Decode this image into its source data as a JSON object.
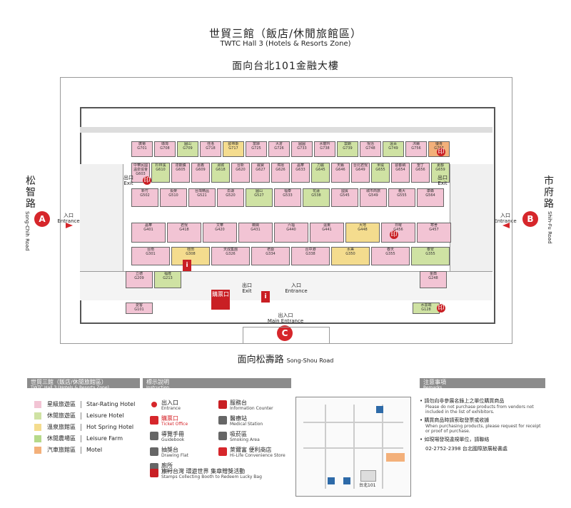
{
  "header": {
    "title": "世貿三館（飯店/休閒旅館區）",
    "subtitle": "TWTC Hall 3 (Hotels & Resorts Zone)",
    "facing_top": "面向台北101金融大樓"
  },
  "bottom_road": {
    "zh": "面向松壽路",
    "en": "Song-Shou Road"
  },
  "left_road": {
    "zh": "松智路",
    "en": "Song-Chih Road"
  },
  "right_road": {
    "zh": "市府路",
    "en": "Shih-Fu Road"
  },
  "entrances": {
    "a": {
      "letter": "A",
      "zh": "入口",
      "en": "Entrance"
    },
    "b": {
      "letter": "B",
      "zh": "入口",
      "en": "Entrance"
    },
    "c": {
      "letter": "C",
      "zh": "出入口",
      "en": "Main Entrance"
    },
    "exit1": {
      "zh": "出口",
      "en": "Exit"
    },
    "exit2": {
      "zh": "出口",
      "en": "Exit"
    },
    "exit3": {
      "zh": "出口",
      "en": "Exit"
    },
    "entr_inner": {
      "zh": "入口",
      "en": "Entrance"
    }
  },
  "map_labels": {
    "ticket": "購票口",
    "info": "i",
    "stamp": "印"
  },
  "booths": [
    {
      "name": "廣菊",
      "code": "G701"
    },
    {
      "name": "綠灣",
      "code": "G708"
    },
    {
      "name": "圓山",
      "code": "G709"
    },
    {
      "name": "佳洛",
      "code": "G718"
    },
    {
      "name": "歐帝斯",
      "code": "G717"
    },
    {
      "name": "富驛",
      "code": "G725"
    },
    {
      "name": "大倉",
      "code": "G726"
    },
    {
      "name": "圓圓",
      "code": "G733"
    },
    {
      "name": "水龍吟",
      "code": "G738"
    },
    {
      "name": "雲朗",
      "code": "G739"
    },
    {
      "name": "悅治",
      "code": "G748"
    },
    {
      "name": "遠百",
      "code": "G749"
    },
    {
      "name": "沐蘭",
      "code": "G756"
    },
    {
      "name": "優肯",
      "code": "G757"
    },
    {
      "name": "中華民國溫泉協會",
      "code": "G603"
    },
    {
      "name": "杉林溪",
      "code": "G610"
    },
    {
      "name": "達觀鎮",
      "code": "G605"
    },
    {
      "name": "嘉義",
      "code": "G609"
    },
    {
      "name": "湯城",
      "code": "G618"
    },
    {
      "name": "台新",
      "code": "G620"
    },
    {
      "name": "麗寶",
      "code": "G627"
    },
    {
      "name": "鴻禧",
      "code": "G626"
    },
    {
      "name": "晶華",
      "code": "G633"
    },
    {
      "name": "力麗",
      "code": "G645"
    },
    {
      "name": "天籟",
      "code": "G646"
    },
    {
      "name": "台北君悅",
      "code": "G649"
    },
    {
      "name": "米堤",
      "code": "G655"
    },
    {
      "name": "歐都納",
      "code": "G654"
    },
    {
      "name": "墾丁",
      "code": "G656"
    },
    {
      "name": "夏都",
      "code": "G659"
    },
    {
      "name": "新竹",
      "code": "G502"
    },
    {
      "name": "長榮",
      "code": "G510"
    },
    {
      "name": "台灣精品",
      "code": "G521"
    },
    {
      "name": "澎湖",
      "code": "G520"
    },
    {
      "name": "圓山",
      "code": "G527"
    },
    {
      "name": "福泰",
      "code": "G533"
    },
    {
      "name": "花蓮",
      "code": "G538"
    },
    {
      "name": "國賓",
      "code": "G545"
    },
    {
      "name": "城市商旅",
      "code": "G549"
    },
    {
      "name": "義大",
      "code": "G555"
    },
    {
      "name": "康森",
      "code": "G564"
    },
    {
      "name": "晶華",
      "code": "G401"
    },
    {
      "name": "君悅",
      "code": "G418"
    },
    {
      "name": "文華",
      "code": "G420"
    },
    {
      "name": "薇閣",
      "code": "G431"
    },
    {
      "name": "六福",
      "code": "G440"
    },
    {
      "name": "遠東",
      "code": "G441"
    },
    {
      "name": "大地",
      "code": "G448"
    },
    {
      "name": "日曜",
      "code": "G456"
    },
    {
      "name": "寒舍",
      "code": "G457"
    },
    {
      "name": "台南",
      "code": "G301"
    },
    {
      "name": "桂田",
      "code": "G308"
    },
    {
      "name": "天成集團",
      "code": "G326"
    },
    {
      "name": "老爺",
      "code": "G334"
    },
    {
      "name": "台中港",
      "code": "G338"
    },
    {
      "name": "水美",
      "code": "G350"
    },
    {
      "name": "春天",
      "code": "G355"
    },
    {
      "name": "泰安",
      "code": "G355"
    },
    {
      "name": "立德",
      "code": "G209"
    },
    {
      "name": "福隆",
      "code": "G213"
    },
    {
      "name": "金典",
      "code": "G248"
    },
    {
      "name": "愛客",
      "code": "G101"
    },
    {
      "name": "水雲端",
      "code": "G128"
    }
  ],
  "legend_zones": {
    "heading_zh": "世貿三館（飯店/休閒旅館區）",
    "heading_en": "TWTC Hall 3 (Hotels & Resorts Zone)",
    "items": [
      {
        "zh": "星級旅遊區",
        "en": "Star-Rating Hotel",
        "color": "#f2c4d4"
      },
      {
        "zh": "休閒旅遊區",
        "en": "Leisure Hotel",
        "color": "#cfe2a3"
      },
      {
        "zh": "溫泉旅館區",
        "en": "Hot Spring Hotel",
        "color": "#f4dc8e"
      },
      {
        "zh": "休閒農場區",
        "en": "Leisure Farm",
        "color": "#b6d98a"
      },
      {
        "zh": "汽車旅館區",
        "en": "Motel",
        "color": "#f3b07a"
      }
    ]
  },
  "instruction": {
    "heading_zh": "標示說明",
    "heading_en": "Instruction",
    "items": [
      {
        "zh": "出入口",
        "en": "Entrance",
        "icon": "entrance-dot-icon",
        "color": "#d6262b"
      },
      {
        "zh": "購票口",
        "en": "Ticket Office",
        "icon": "ticket-icon",
        "color": "#d6262b"
      },
      {
        "zh": "導覽手冊",
        "en": "Guidebook",
        "icon": "guidebook-icon",
        "color": "#666666"
      },
      {
        "zh": "抽獎台",
        "en": "Drawing Flat",
        "icon": "drawing-icon",
        "color": "#666666"
      },
      {
        "zh": "廁所",
        "en": "Toilet",
        "icon": "toilet-icon",
        "color": "#666666"
      },
      {
        "zh": "服務台",
        "en": "Information Counter",
        "icon": "info-icon",
        "color": "#c91f24"
      },
      {
        "zh": "醫療站",
        "en": "Medical Station",
        "icon": "medical-icon",
        "color": "#666666"
      },
      {
        "zh": "吸菸區",
        "en": "Smoking Area",
        "icon": "smoking-icon",
        "color": "#666666"
      },
      {
        "zh": "萊爾富 便利商店",
        "en": "Hi-Life Convenience Store",
        "icon": "hilife-icon",
        "color": "#d6262b"
      },
      {
        "zh": "旅行台灣 環遊世界 集章贈獎活動",
        "en": "Stamps Collecting Booth to Redeem Lucky Bag",
        "icon": "stamp-icon",
        "color": "#c91f24"
      }
    ]
  },
  "remarks": {
    "heading_zh": "注意事項",
    "heading_en": "Remarks",
    "items": [
      {
        "zh": "請勿向非參展名錄上之單位購買商品",
        "en": "Please do not purchase products from vendors not included in the list of exhibitors."
      },
      {
        "zh": "購買商品時請索取發票或收據",
        "en": "When purchasing products, please request for receipt or proof of purchase."
      },
      {
        "zh": "如現場發現違規單位，請聯絡",
        "en": ""
      }
    ],
    "contact": "02-2752-2398 台北國際旅展秘書處"
  },
  "locator": {
    "label_101": "台北101"
  }
}
